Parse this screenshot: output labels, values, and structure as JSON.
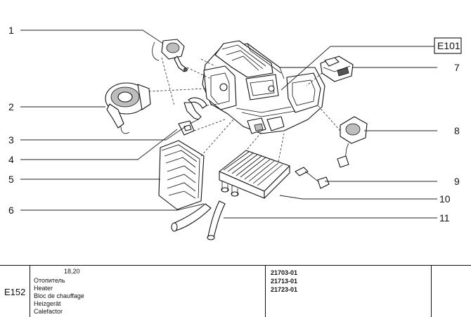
{
  "diagram": {
    "callouts": [
      "1",
      "2",
      "3",
      "4",
      "5",
      "6",
      "7",
      "8",
      "9",
      "10",
      "11"
    ],
    "reference_box": "E101"
  },
  "table": {
    "code": "E152",
    "pages": "18,20",
    "names": [
      "Отопитель",
      "Heater",
      "Bloc de chauffage",
      "Heizgerät",
      "Calefactor"
    ],
    "part_numbers": [
      "21703-01",
      "21713-01",
      "21723-01"
    ]
  }
}
